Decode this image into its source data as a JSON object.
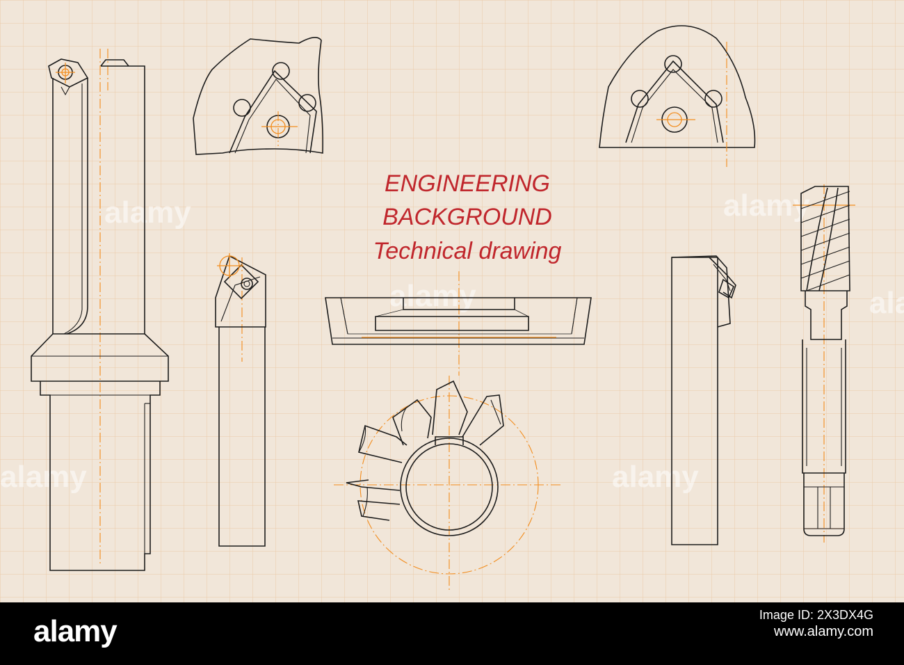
{
  "heading": {
    "line1": "ENGINEERING",
    "line2": "BACKGROUND",
    "line3": "Technical drawing"
  },
  "watermark": {
    "text": "alamy"
  },
  "footer": {
    "logo": "alamy",
    "image_id": "Image ID: 2X3DX4G",
    "site": "www.alamy.com"
  },
  "colors": {
    "paper": "#f1e6d9",
    "grid": "#ecc9a8",
    "line": "#1b1b1b",
    "centerline": "#f28c1c",
    "title": "#c0262c",
    "footer_bg": "#000000"
  },
  "drawings": {
    "items": [
      "insert-drill",
      "insert-detail-left",
      "insert-detail-right",
      "turning-tool-left",
      "turning-tool-right",
      "bearing-ring-section",
      "milling-cutter",
      "thread-tap"
    ]
  }
}
